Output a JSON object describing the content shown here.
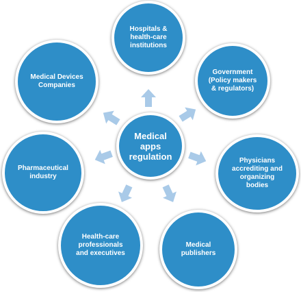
{
  "center": {
    "label": "Medical\napps\nregulation"
  },
  "stakeholders": [
    {
      "label": "Hospitals &\nhealth-care\ninstitutions"
    },
    {
      "label": "Government\n(Policy makers\n& regulators)"
    },
    {
      "label": "Physicians\naccrediting and\norganizing\nbodies"
    },
    {
      "label": "Medical\npublishers"
    },
    {
      "label": "Health-care\nprofessionals\nand executives"
    },
    {
      "label": "Pharmaceutical\nindustry"
    },
    {
      "label": "Medical Devices\nCompanies"
    }
  ],
  "colors": {
    "node": "#2e8ec8",
    "arrow": "#a9cae8",
    "border": "#ffffff"
  }
}
